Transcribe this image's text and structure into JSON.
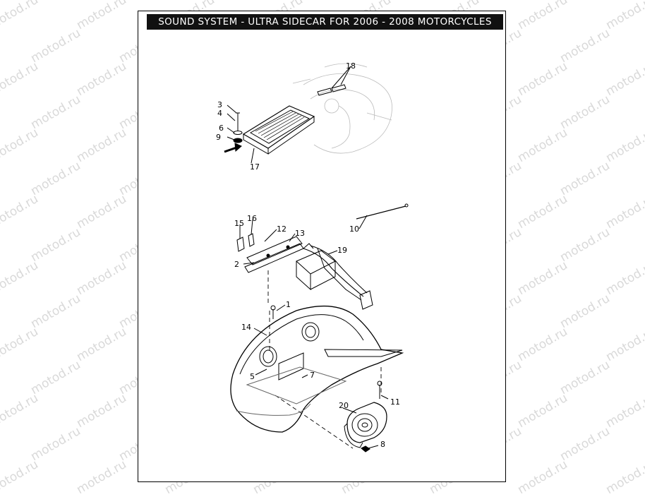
{
  "title": "SOUND SYSTEM - ULTRA SIDECAR FOR 2006 - 2008 MOTORCYCLES",
  "watermark_text": "motod.ru",
  "callouts": {
    "c1": "1",
    "c2": "2",
    "c3": "3",
    "c4": "4",
    "c5": "5",
    "c6": "6",
    "c7": "7",
    "c8": "8",
    "c9": "9",
    "c10": "10",
    "c11": "11",
    "c12": "12",
    "c13": "13",
    "c14": "14",
    "c15": "15",
    "c16": "16",
    "c17": "17",
    "c18": "18",
    "c19": "19",
    "c20": "20"
  },
  "colors": {
    "title_bg": "#111111",
    "title_text": "#ffffff",
    "watermark": "#d9d9d9",
    "line": "#000000"
  }
}
